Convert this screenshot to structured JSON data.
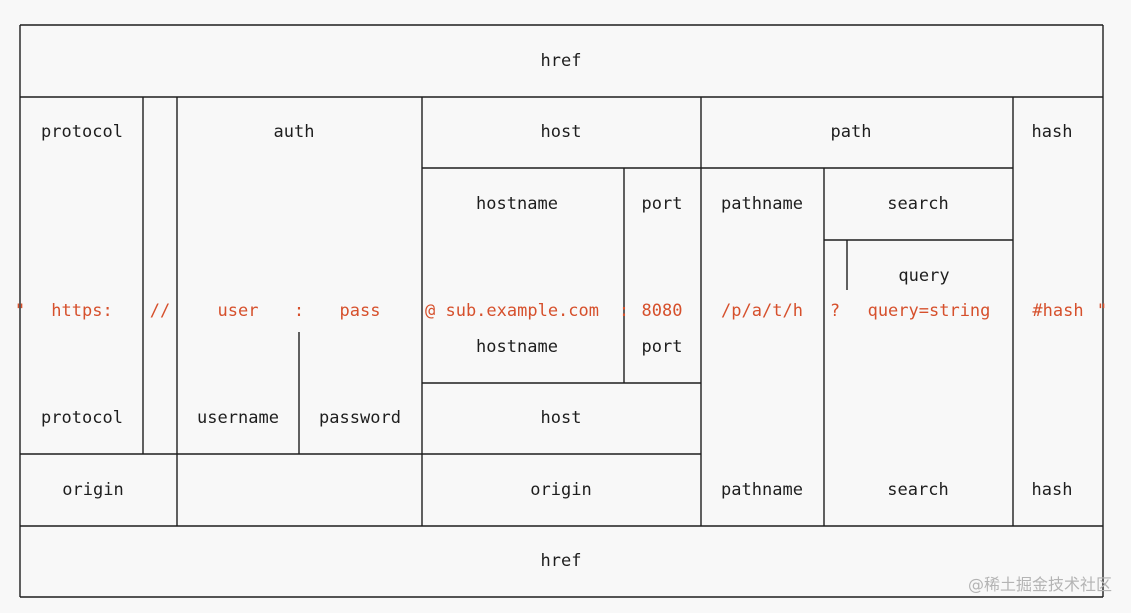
{
  "top": {
    "href": "href",
    "protocol": "protocol",
    "auth": "auth",
    "host": "host",
    "path": "path",
    "hash": "hash",
    "hostname": "hostname",
    "port": "port",
    "pathname": "pathname",
    "search": "search",
    "query": "query"
  },
  "url": {
    "quote_open": "\"",
    "protocol": "https:",
    "slashes": "//",
    "user": "user",
    "colon_auth": ":",
    "pass": "pass",
    "at_host": "@ sub.example.com",
    "colon_port": ":",
    "port": "8080",
    "pathname": "/p/a/t/h",
    "question": "?",
    "query": "query=string",
    "hash": "#hash",
    "quote_close": "\""
  },
  "bottom": {
    "hostname": "hostname",
    "port": "port",
    "protocol": "protocol",
    "username": "username",
    "password": "password",
    "host": "host",
    "origin_left": "origin",
    "origin_mid": "origin",
    "pathname": "pathname",
    "search": "search",
    "hash": "hash",
    "href": "href"
  },
  "watermark": "@稀土掘金技术社区",
  "colors": {
    "url_text": "#d6502c",
    "line": "#1e1e1e",
    "label": "#1e1e1e",
    "background": "#f8f8f8"
  }
}
